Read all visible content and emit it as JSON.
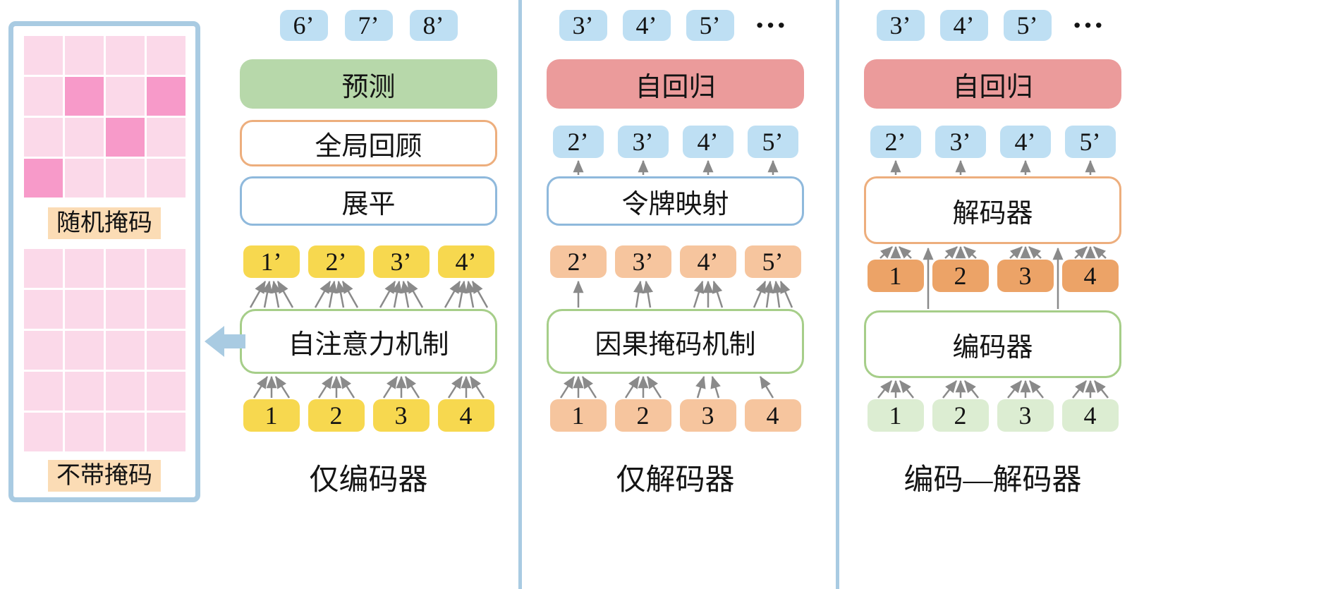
{
  "colors": {
    "panel_border": "#A9CBE2",
    "divider": "#A9CBE2",
    "arrow_grey": "#8A8A8A",
    "token_blue": "#BEDFF3",
    "token_yellow": "#F7D84F",
    "token_peach": "#F6C59E",
    "token_orange": "#ECA367",
    "token_green": "#DCEDD2",
    "box_green_fill": "#B7D8AA",
    "box_red_fill": "#EB9B9B",
    "border_orange": "#EDAE7D",
    "border_blue": "#8FB9DC",
    "border_green": "#A6CE89",
    "grid_pink_light": "#FBD9E9",
    "grid_pink_dark": "#F79AC9",
    "label_peach_bg": "#FBDCB5"
  },
  "left_panel": {
    "masked_grid": {
      "rows": 4,
      "cols": 4,
      "masked_cells": [
        [
          1,
          1
        ],
        [
          1,
          3
        ],
        [
          2,
          2
        ],
        [
          3,
          0
        ]
      ]
    },
    "random_mask_label": "随机掩码",
    "plain_grid": {
      "rows": 5,
      "cols": 4
    },
    "no_mask_label": "不带掩码"
  },
  "encoder_only": {
    "top_tokens": [
      "6’",
      "7’",
      "8’"
    ],
    "predict_label": "预测",
    "global_review_label": "全局回顾",
    "flatten_label": "展平",
    "output_tokens": [
      "1’",
      "2’",
      "3’",
      "4’"
    ],
    "attention_label": "自注意力机制",
    "input_tokens": [
      "1",
      "2",
      "3",
      "4"
    ],
    "caption": "仅编码器"
  },
  "decoder_only": {
    "top_tokens": [
      "3’",
      "4’",
      "5’"
    ],
    "ellipsis": "···",
    "autoregressive_label": "自回归",
    "shifted_tokens": [
      "2’",
      "3’",
      "4’",
      "5’"
    ],
    "token_map_label": "令牌映射",
    "mid_tokens": [
      "2’",
      "3’",
      "4’",
      "5’"
    ],
    "causal_mask_label": "因果掩码机制",
    "input_tokens": [
      "1",
      "2",
      "3",
      "4"
    ],
    "caption": "仅解码器"
  },
  "encoder_decoder": {
    "top_tokens": [
      "3’",
      "4’",
      "5’"
    ],
    "ellipsis": "···",
    "autoregressive_label": "自回归",
    "shifted_tokens": [
      "2’",
      "3’",
      "4’",
      "5’"
    ],
    "decoder_label": "解码器",
    "mid_tokens": [
      "1",
      "2",
      "3",
      "4"
    ],
    "encoder_label": "编码器",
    "input_tokens": [
      "1",
      "2",
      "3",
      "4"
    ],
    "caption": "编码—解码器"
  }
}
